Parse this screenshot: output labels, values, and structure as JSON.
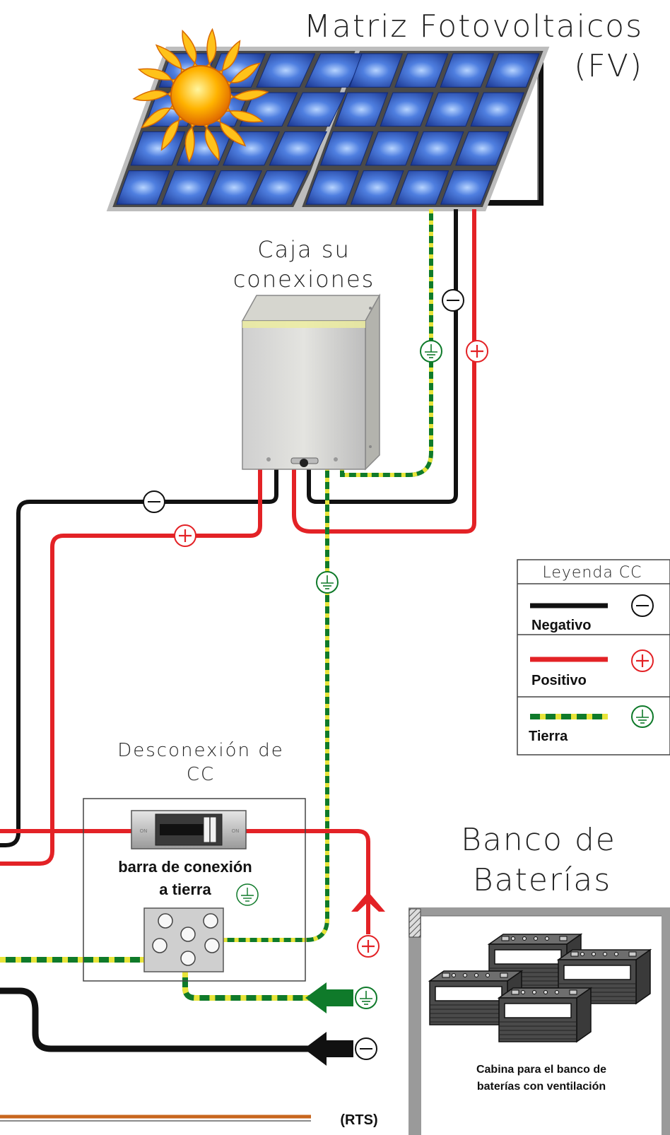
{
  "title": {
    "line1": "Matriz Fotovoltaicos",
    "line2": "(FV)"
  },
  "junction_box": {
    "line1": "Caja su",
    "line2": "conexiones"
  },
  "dc_disconnect": {
    "line1": "Desconexión de",
    "line2": "CC",
    "ground_bar_line1": "barra de conexión",
    "ground_bar_line2": "a tierra"
  },
  "battery_bank": {
    "line1": "Banco de",
    "line2": "Baterías",
    "caption_line1": "Cabina para el banco de",
    "caption_line2": "baterías con ventilación"
  },
  "legend": {
    "title": "Leyenda CC",
    "items": [
      {
        "label": "Negativo",
        "symbol": "negative-symbol"
      },
      {
        "label": "Positivo",
        "symbol": "positive-symbol"
      },
      {
        "label": "Tierra",
        "symbol": "ground-symbol"
      }
    ]
  },
  "rts_label": "(RTS)",
  "colors": {
    "negative": "#111111",
    "positive": "#e32226",
    "ground_green": "#0f7a2a",
    "ground_yellow": "#e8e43a",
    "panel_blue": "#2b52b8",
    "rts_wire": "#c8661e"
  }
}
